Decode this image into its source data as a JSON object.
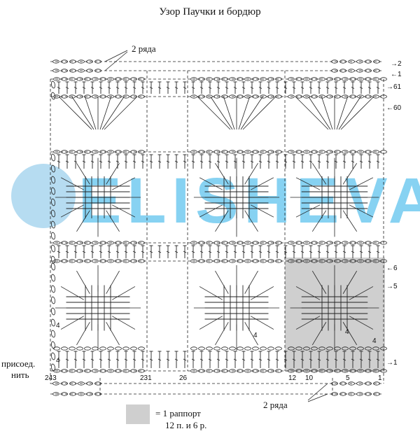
{
  "title": "Узор Паучки и бордюр",
  "watermark": {
    "text": "ELISHEVA",
    "color": "#5fc3ee"
  },
  "colors": {
    "ink": "#222222",
    "repeat_fill": "#cfcfcf"
  },
  "top_border": {
    "label": "2 ряда",
    "row_labels": [
      "→2",
      "←1"
    ]
  },
  "bottom_border": {
    "label": "2 ряда"
  },
  "row_labels": [
    "→61",
    "←60",
    "←6",
    "→5",
    "→1"
  ],
  "join_label": [
    "присоед.",
    "нить"
  ],
  "stitch_numbers_bottom": [
    "243",
    "231",
    "26",
    "12",
    "10",
    "5",
    "1"
  ],
  "inner_numbers": [
    "4",
    "4",
    "4",
    "4",
    "4"
  ],
  "legend": {
    "equals": "=",
    "line1": "1 раппорт",
    "line2": "12 п. и 6 р."
  }
}
